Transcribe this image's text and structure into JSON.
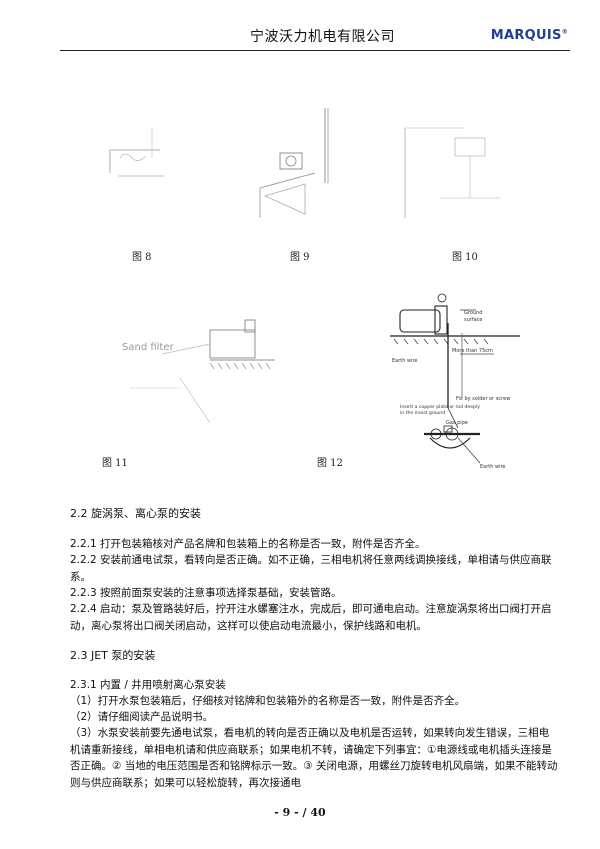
{
  "header": {
    "company": "宁波沃力机电有限公司",
    "logo": "MARQUIS"
  },
  "figures": {
    "fig8": "图 8",
    "fig9": "图 9",
    "fig10": "图 10",
    "fig11": "图 11",
    "fig12": "图 12",
    "sand_filter": "Sand filter",
    "ground_surface_1": "Ground",
    "ground_surface_2": "surface",
    "more_than": "More than 75cm",
    "earth_wire": "Earth wire",
    "fix_note": "Fix by solder or screw",
    "insert_note_1": "Insert a copper plate or rod deeply",
    "insert_note_2": "in the moist ground",
    "gas_pipe": "Gas pipe",
    "earth_wire_2": "Earth wire"
  },
  "content": {
    "s22_title": "2.2  旋涡泵、离心泵的安装",
    "p221": "2.2.1  打开包装箱核对产品名牌和包装箱上的名称是否一致，附件是否齐全。",
    "p222": "2.2.2  安装前通电试泵，看转向是否正确。如不正确，三相电机将任意两线调换接线，单相请与供应商联系。",
    "p223": "2.2.3  按照前面泵安装的注意事项选择泵基础，安装管路。",
    "p224": "2.2.4  启动：泵及管路装好后，拧开注水螺塞注水，完成后，即可通电启动。注意旋涡泵将出口阀打开启动，离心泵将出口阀关闭启动，这样可以使启动电流最小，保护线路和电机。",
    "s23_title": "2.3 JET 泵的安装",
    "p231": "2.3.1  内置 / 井用喷射离心泵安装",
    "p231_1": "（1）打开水泵包装箱后，仔细核对铭牌和包装箱外的名称是否一致，附件是否齐全。",
    "p231_2": "（2）请仔细阅读产品说明书。",
    "p231_3": "（3）水泵安装前要先通电试泵，看电机的转向是否正确以及电机是否运转，如果转向发生错误，三相电机请重新接线，单相电机请和供应商联系；如果电机不转，请确定下列事宜：①电源线或电机插头连接是否正确。② 当地的电压范围是否和铭牌标示一致。③ 关闭电源，用螺丝刀旋转电机风扇端，如果不能转动则与供应商联系；如果可以轻松旋转，再次接通电"
  },
  "footer": {
    "page": "- 9 -  / 40"
  }
}
